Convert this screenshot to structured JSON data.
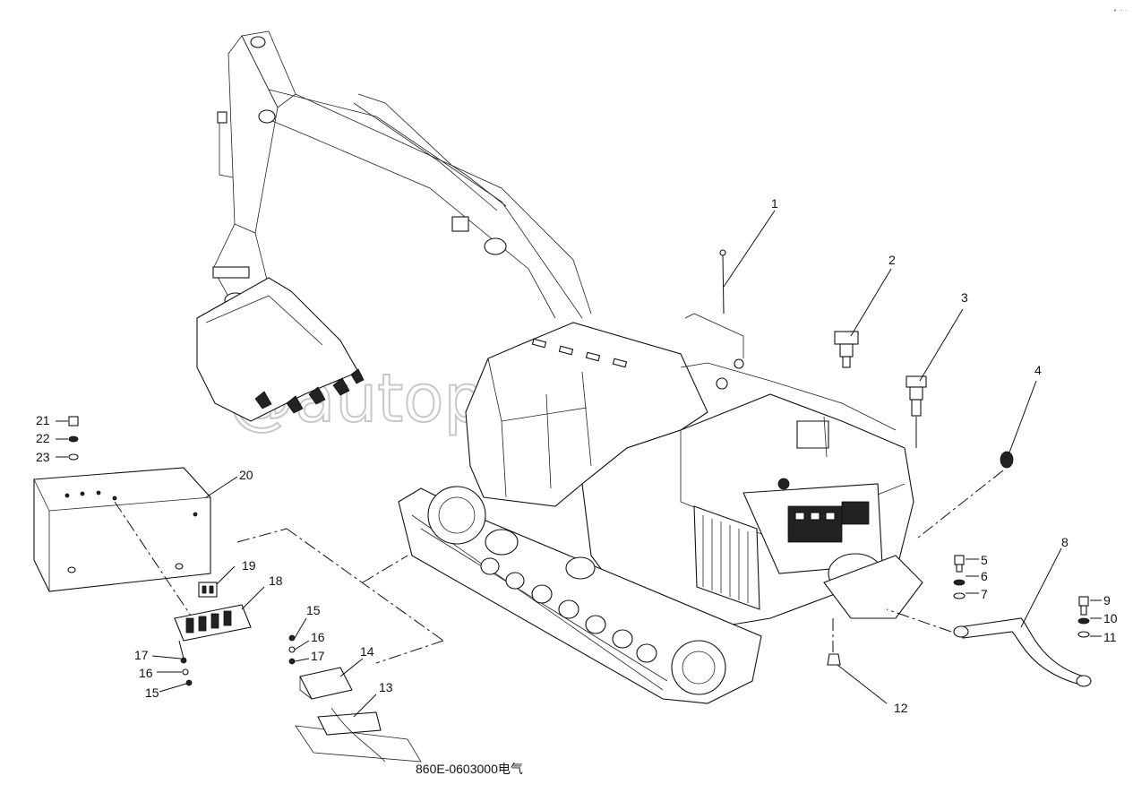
{
  "watermark": "@autopiter.ru",
  "caption": "860E-0603000电气",
  "callouts": [
    {
      "key": "c1",
      "text": "1"
    },
    {
      "key": "c2",
      "text": "2"
    },
    {
      "key": "c3",
      "text": "3"
    },
    {
      "key": "c4",
      "text": "4"
    },
    {
      "key": "c5",
      "text": "5"
    },
    {
      "key": "c6",
      "text": "6"
    },
    {
      "key": "c7",
      "text": "7"
    },
    {
      "key": "c8",
      "text": "8"
    },
    {
      "key": "c9",
      "text": "9"
    },
    {
      "key": "c10",
      "text": "10"
    },
    {
      "key": "c11",
      "text": "11"
    },
    {
      "key": "c12",
      "text": "12"
    },
    {
      "key": "c13",
      "text": "13"
    },
    {
      "key": "c14",
      "text": "14"
    },
    {
      "key": "c15a",
      "text": "15"
    },
    {
      "key": "c16a",
      "text": "16"
    },
    {
      "key": "c17a",
      "text": "17"
    },
    {
      "key": "c15b",
      "text": "15"
    },
    {
      "key": "c16b",
      "text": "16"
    },
    {
      "key": "c17b",
      "text": "17"
    },
    {
      "key": "c18",
      "text": "18"
    },
    {
      "key": "c19",
      "text": "19"
    },
    {
      "key": "c20",
      "text": "20"
    },
    {
      "key": "c21",
      "text": "21"
    },
    {
      "key": "c22",
      "text": "22"
    },
    {
      "key": "c23",
      "text": "23"
    }
  ]
}
